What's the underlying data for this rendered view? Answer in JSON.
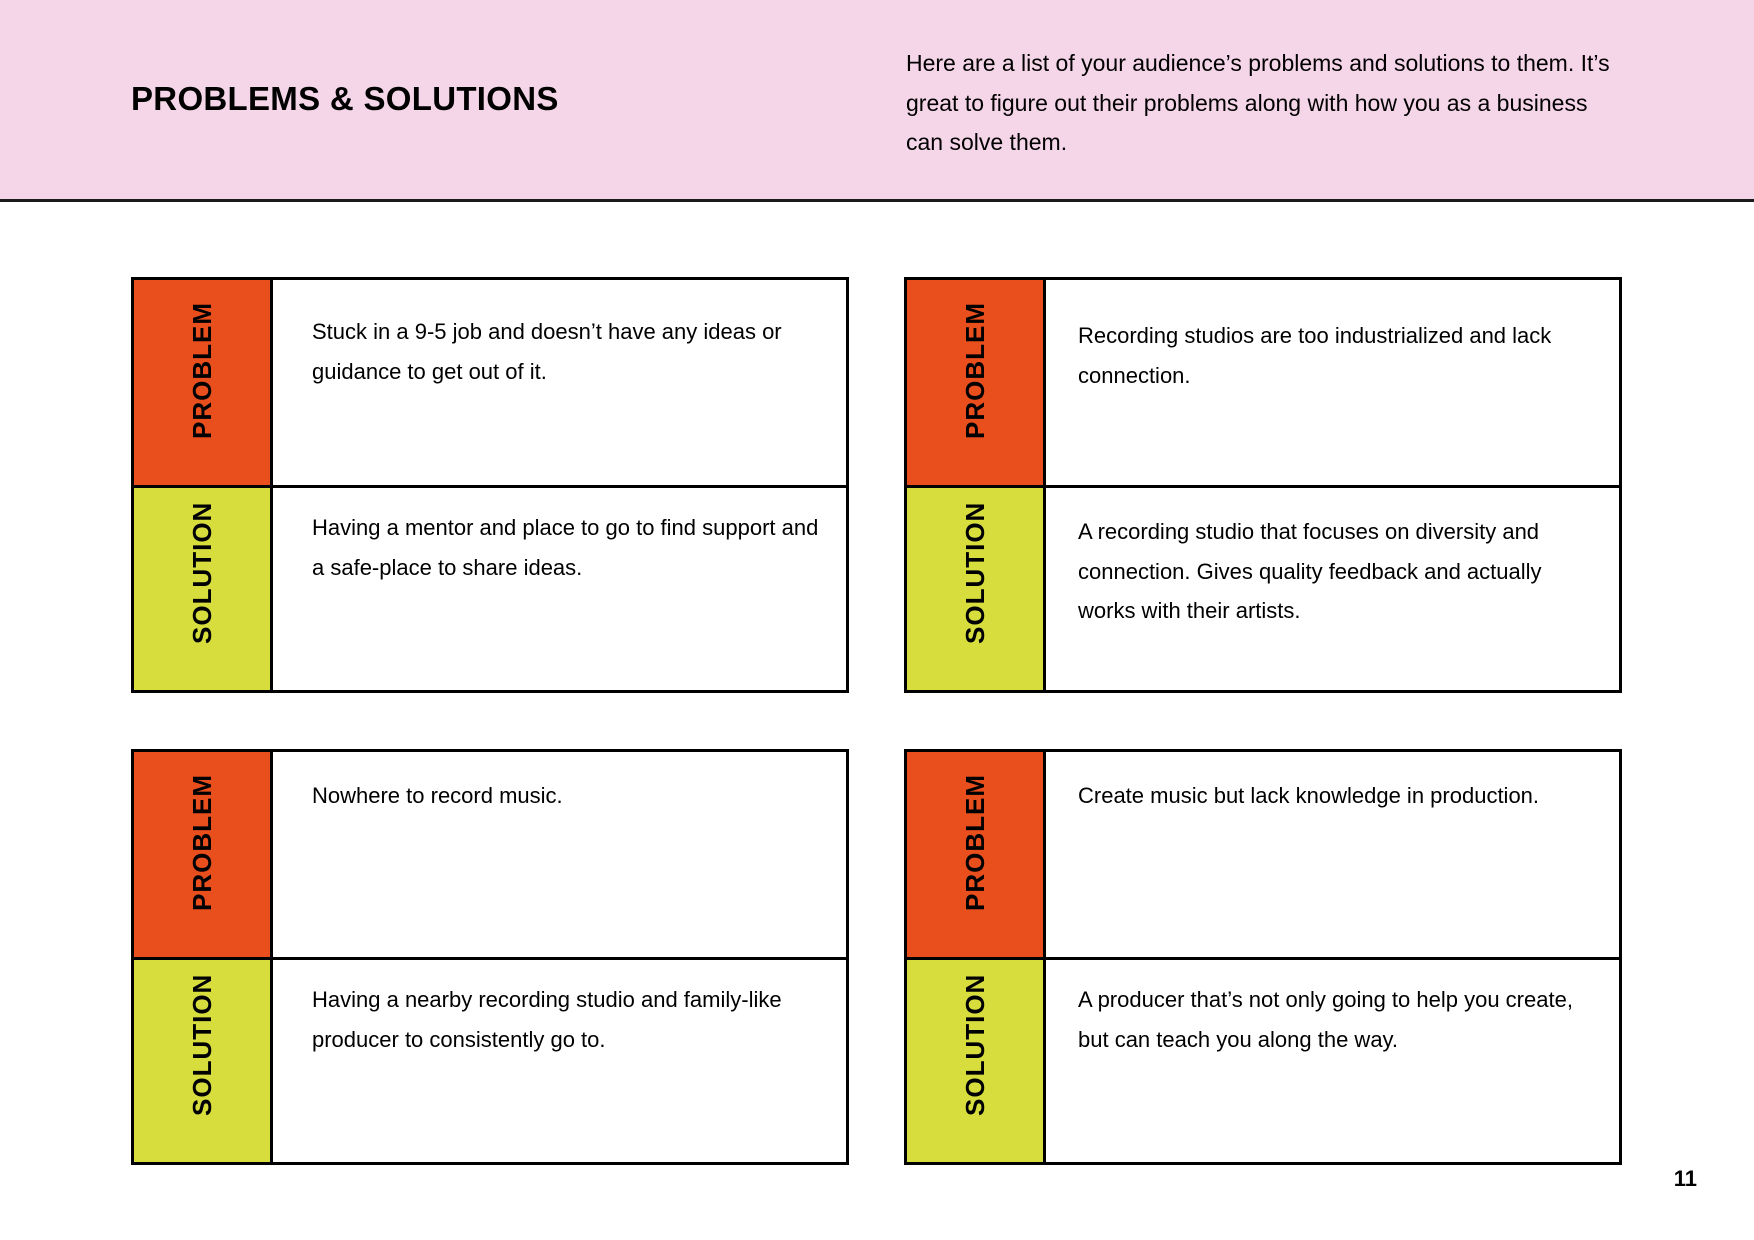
{
  "header": {
    "title": "PROBLEMS & SOLUTIONS",
    "intro": "Here are a list of your audience’s problems and solutions to them. It’s great to figure out their problems along with how you as a business can solve them."
  },
  "colors": {
    "header_bg": "#f5d5e8",
    "problem": "#e94e1d",
    "solution": "#d6dd3d",
    "border": "#000000"
  },
  "labels": {
    "problem": "PROBLEM",
    "solution": "SOLUTION"
  },
  "cards": [
    {
      "problem": "Stuck in a 9-5 job and doesn’t have any ideas or guidance to get out of it.",
      "solution": "Having a mentor and place to go to find support and a safe-place to share ideas."
    },
    {
      "problem": "Recording studios are too industrialized and lack connection.",
      "solution": "A recording studio that focuses on diversity and connection. Gives quality feedback and actually works with their artists."
    },
    {
      "problem": "Nowhere to record music.",
      "solution": "Having a nearby recording studio and family-like producer to consistently go to."
    },
    {
      "problem": "Create music but lack knowledge in production.",
      "solution": "A producer that’s not only going to help you create, but can teach you along the way."
    }
  ],
  "page_number": "11"
}
